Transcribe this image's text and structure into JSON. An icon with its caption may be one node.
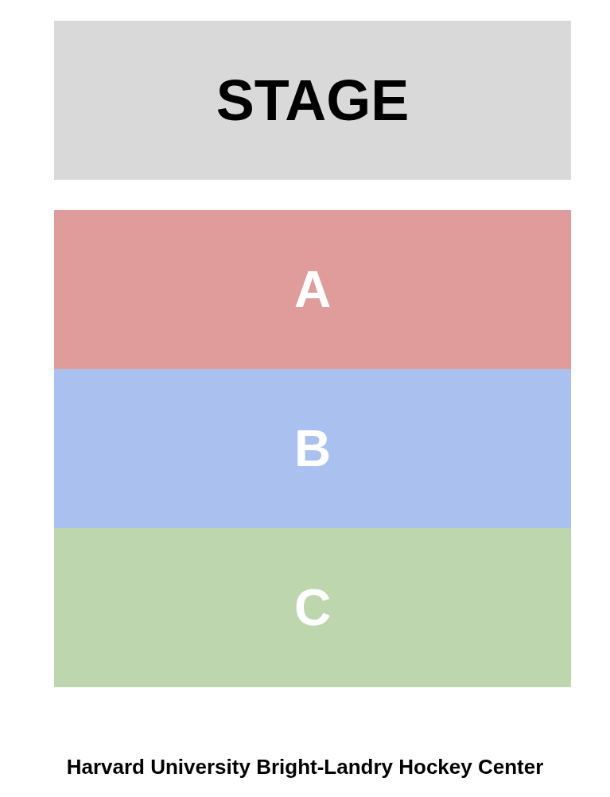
{
  "diagram": {
    "caption": "Harvard University Bright-Landry Hockey Center",
    "nodes": [
      {
        "text": [
          "STAGE"
        ]
      },
      {
        "text": [
          "A"
        ]
      },
      {
        "text": [
          "B"
        ]
      },
      {
        "text": [
          "C"
        ]
      }
    ]
  }
}
